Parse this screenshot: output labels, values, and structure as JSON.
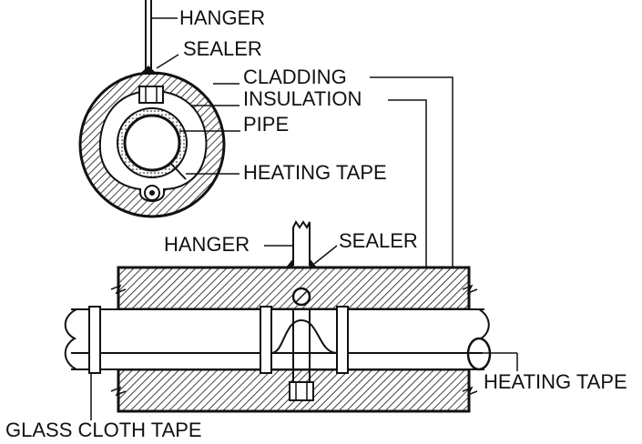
{
  "labels": {
    "top_hanger": "HANGER",
    "top_sealer": "SEALER",
    "cladding": "CLADDING",
    "insulation": "INSULATION",
    "pipe": "PIPE",
    "top_heating_tape": "HEATING TAPE",
    "side_hanger": "HANGER",
    "side_sealer": "SEALER",
    "side_heating_tape": "HEATING TAPE",
    "glass_cloth_tape": "GLASS CLOTH TAPE"
  },
  "colors": {
    "ink": "#111111",
    "background": "#ffffff",
    "hatch": "#111111"
  }
}
